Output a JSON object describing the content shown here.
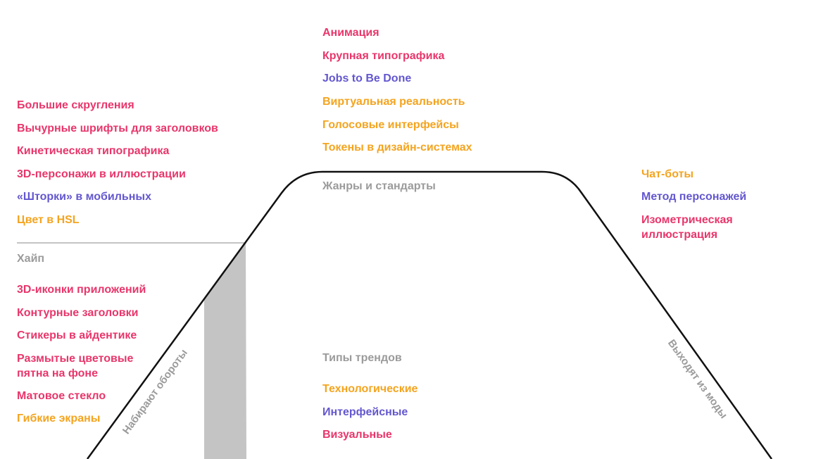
{
  "colors": {
    "pink": "#e8366b",
    "violet": "#6357cf",
    "orange": "#f4a41f",
    "gray": "#9b9b9b",
    "line": "#111111",
    "fill": "#c4c4c4"
  },
  "top_column": {
    "items": [
      {
        "label": "Анимация",
        "color": "pink"
      },
      {
        "label": "Крупная типографика",
        "color": "pink"
      },
      {
        "label": "Jobs to Be Done",
        "color": "violet"
      },
      {
        "label": "Виртуальная реальность",
        "color": "orange"
      },
      {
        "label": "Голосовые интерфейсы",
        "color": "orange"
      },
      {
        "label": "Токены в дизайн-системах",
        "color": "orange"
      }
    ],
    "plateau_label": "Жанры и стандарты"
  },
  "left_column": {
    "items": [
      {
        "label": "Большие скругления",
        "color": "pink"
      },
      {
        "label": "Вычурные шрифты для заголовков",
        "color": "pink"
      },
      {
        "label": "Кинетическая типографика",
        "color": "pink"
      },
      {
        "label": "3D-персонажи в иллюстрации",
        "color": "pink"
      },
      {
        "label": "«Шторки» в мобильных",
        "color": "violet"
      },
      {
        "label": "Цвет в HSL",
        "color": "orange"
      }
    ],
    "hype_label": "Хайп",
    "hype_items": [
      {
        "label": "3D-иконки приложений",
        "color": "pink"
      },
      {
        "label": "Контурные заголовки",
        "color": "pink"
      },
      {
        "label": "Стикеры в айдентике",
        "color": "pink"
      },
      {
        "label": "Размытые цветовые пятна на фоне",
        "color": "pink"
      },
      {
        "label": "Матовое стекло",
        "color": "pink"
      },
      {
        "label": "Гибкие экраны",
        "color": "orange"
      }
    ]
  },
  "right_column": {
    "items": [
      {
        "label": "Чат-боты",
        "color": "orange"
      },
      {
        "label": "Метод персонажей",
        "color": "violet"
      },
      {
        "label": "Изометрическая иллюстрация",
        "color": "pink"
      }
    ]
  },
  "legend": {
    "title": "Типы трендов",
    "items": [
      {
        "label": "Технологические",
        "color": "orange"
      },
      {
        "label": "Интерфейсные",
        "color": "violet"
      },
      {
        "label": "Визуальные",
        "color": "pink"
      }
    ]
  },
  "slope_labels": {
    "rising": "Набирают обороты",
    "falling": "Выходят из моды"
  }
}
